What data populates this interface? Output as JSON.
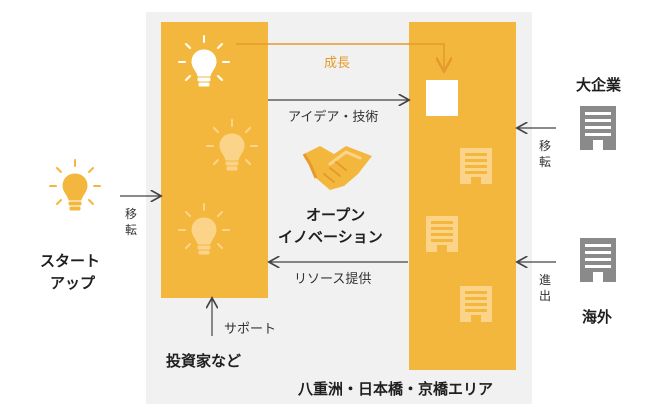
{
  "labels": {
    "growth": "成長",
    "idea_tech": "アイデア・技術",
    "resource": "リソース提供",
    "support": "サポート",
    "open_innovation_1": "オープン",
    "open_innovation_2": "イノベーション",
    "startup_1": "スタート",
    "startup_2": "アップ",
    "investors": "投資家など",
    "big_company": "大企業",
    "overseas": "海外",
    "area": "八重洲・日本橋・京橋エリア",
    "move_left_1": "移",
    "move_left_2": "転",
    "move_right_1": "移",
    "move_right_2": "転",
    "enter_1": "進",
    "enter_2": "出"
  },
  "colors": {
    "accent": "#f4b73e",
    "accent_dark": "#e59a2b",
    "panel": "#f1f1f1",
    "grey_building": "#8a8a8a"
  }
}
